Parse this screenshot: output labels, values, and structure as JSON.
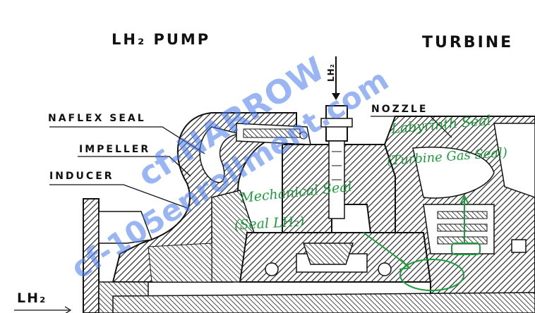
{
  "headings": {
    "pump": "LH₂ PUMP",
    "turbine": "TURBINE"
  },
  "labels": {
    "naflex_seal": "NAFLEX SEAL",
    "impeller": "IMPELLER",
    "inducer": "INDUCER",
    "nozzle": "NOZZLE",
    "lh2_inlet": "LH₂",
    "lh2_vertical": "LH₂"
  },
  "annotations": {
    "mechanical_seal": "Mechanical Seal",
    "mechanical_seal_sub": "(Seal LH₂)",
    "labyrinth_seal": "Labyrinth Seal",
    "labyrinth_seal_sub": "(Turbine Gas Seal)"
  },
  "watermark": {
    "line1": "cf-NARROW",
    "line2": "cf-105enrollment.com"
  },
  "colors": {
    "ink": "#111111",
    "annotation": "#1d9c3c",
    "watermark": "#4678eb"
  }
}
